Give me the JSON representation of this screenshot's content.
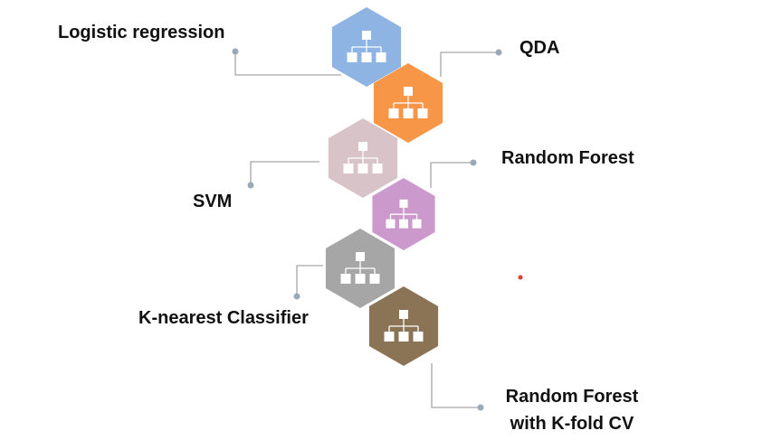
{
  "models": [
    {
      "label": "Logistic regression",
      "color": "#8EB4E3",
      "icon": "hierarchy-icon"
    },
    {
      "label": "QDA",
      "color": "#F79646",
      "icon": "hierarchy-icon"
    },
    {
      "label": "SVM",
      "color": "#D8C3C8",
      "icon": "hierarchy-icon"
    },
    {
      "label": "Random Forest",
      "color": "#CC99CC",
      "icon": "hierarchy-icon"
    },
    {
      "label": "K-nearest Classifier",
      "color": "#A6A6A6",
      "icon": "hierarchy-icon"
    },
    {
      "label_line1": "Random Forest",
      "label_line2": "with K-fold CV",
      "color": "#8B7355",
      "icon": "hierarchy-icon"
    }
  ],
  "connector_color": "#A6A6A6",
  "accent_dot_color": "#E53935"
}
